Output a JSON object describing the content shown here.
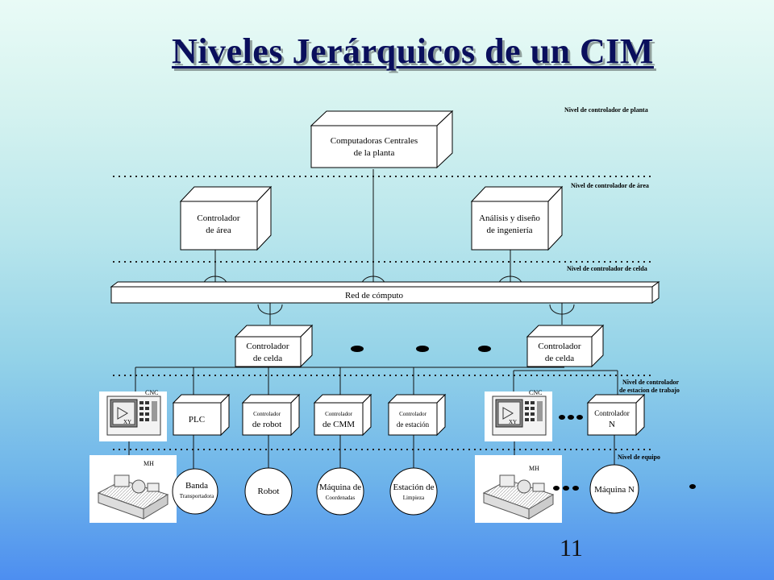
{
  "slide": {
    "title": "Niveles Jerárquicos de un CIM",
    "page_number": "11"
  },
  "levels": {
    "plant": "Nivel de controlador de planta",
    "area": "Nivel de controlador de área",
    "cell": "Nivel de controlador de celda",
    "workstation_1": "Nivel de controlador",
    "workstation_2": "de estacion de trabajo",
    "equipment": "Nivel de equipo"
  },
  "boxes": {
    "central_computers_1": "Computadoras Centrales",
    "central_computers_2": "de la planta",
    "area_controller_1": "Controlador",
    "area_controller_2": "de área",
    "engineering_1": "Análisis y diseño",
    "engineering_2": "de ingeniería",
    "network": "Red de cómputo",
    "cell_left_1": "Controlador",
    "cell_left_2": "de celda",
    "cell_right_1": "Controlador",
    "cell_right_2": "de celda",
    "plc": "PLC",
    "robot_ctrl_1": "Controlador",
    "robot_ctrl_2": "de robot",
    "cmm_ctrl_1": "Controlador",
    "cmm_ctrl_2": "de CMM",
    "station_ctrl_1": "Controlador",
    "station_ctrl_2": "de estación",
    "ctrl_n_1": "Controlador",
    "ctrl_n_2": "N"
  },
  "equipment": {
    "conveyor_1": "Banda",
    "conveyor_2": "Transportadora",
    "robot": "Robot",
    "cmm_1": "Máquina de",
    "cmm_2": "Coordenadas",
    "cleaning_1": "Estación de",
    "cleaning_2": "Limpieza",
    "machine_n": "Máquina N"
  },
  "tags": {
    "cnc_left": "CNC",
    "cnc_right": "CNC",
    "mh_left": "MH",
    "mh_right": "MH",
    "panel_xy_left": "XY",
    "panel_xy_right": "XY"
  }
}
